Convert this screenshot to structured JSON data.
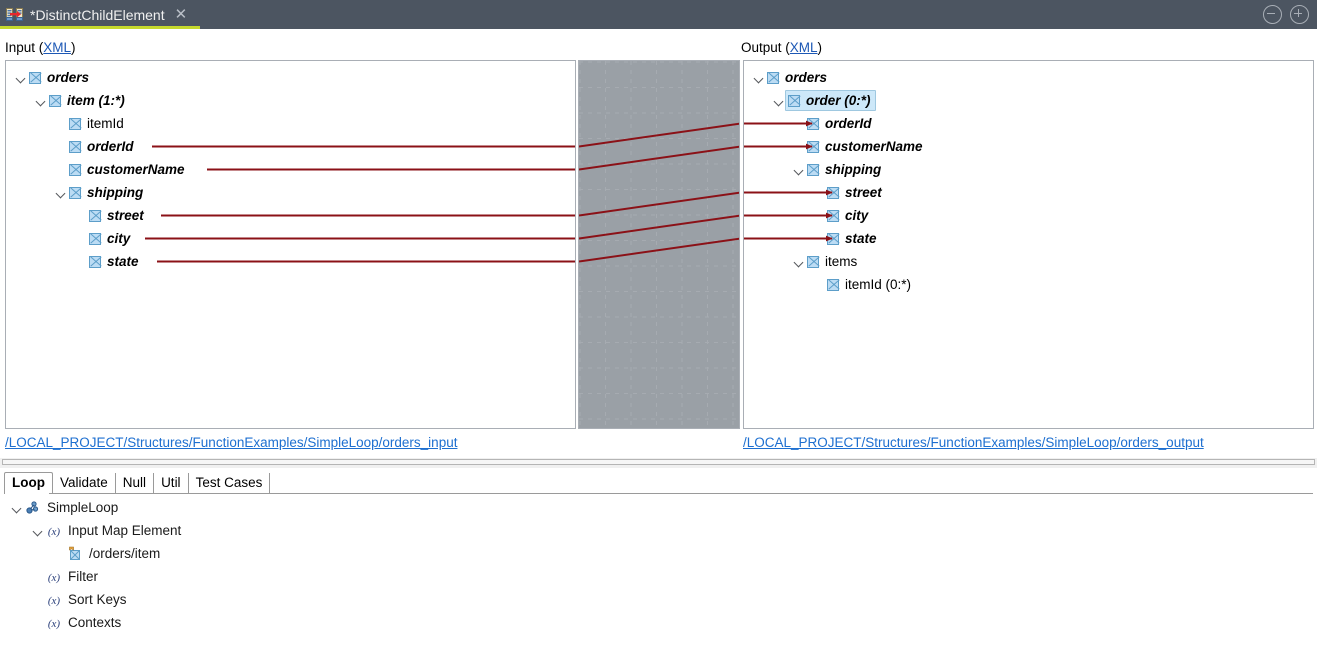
{
  "titlebar": {
    "tab_title": "*DistinctChildElement",
    "tab_icon": "mapping-editor-icon",
    "close_icon": "close-icon",
    "minimize_icon": "minimize-icon",
    "maximize_icon": "maximize-icon",
    "accent_color": "#c5d92d",
    "background_color": "#4c5561"
  },
  "input_panel": {
    "caption_prefix": "Input (",
    "caption_link": "XML",
    "caption_suffix": ")",
    "path_link": "/LOCAL_PROJECT/Structures/FunctionExamples/SimpleLoop/orders_input",
    "tree": [
      {
        "label": "orders",
        "indent": 0,
        "twisty": "open",
        "mapped": true,
        "checkbox": true
      },
      {
        "label": "item (1:*)",
        "indent": 1,
        "twisty": "open",
        "mapped": true,
        "checkbox": true
      },
      {
        "label": "itemId",
        "indent": 2,
        "twisty": "none",
        "mapped": false,
        "checkbox": true
      },
      {
        "label": "orderId",
        "indent": 2,
        "twisty": "none",
        "mapped": true,
        "checkbox": true
      },
      {
        "label": "customerName",
        "indent": 2,
        "twisty": "none",
        "mapped": true,
        "checkbox": true
      },
      {
        "label": "shipping",
        "indent": 2,
        "twisty": "open",
        "mapped": true,
        "checkbox": true
      },
      {
        "label": "street",
        "indent": 3,
        "twisty": "none",
        "mapped": true,
        "checkbox": true
      },
      {
        "label": "city",
        "indent": 3,
        "twisty": "none",
        "mapped": true,
        "checkbox": true
      },
      {
        "label": "state",
        "indent": 3,
        "twisty": "none",
        "mapped": true,
        "checkbox": true
      }
    ]
  },
  "output_panel": {
    "caption_prefix": "Output (",
    "caption_link": "XML",
    "caption_suffix": ")",
    "path_link": "/LOCAL_PROJECT/Structures/FunctionExamples/SimpleLoop/orders_output",
    "selected_row": "order (0:*)",
    "selection_color": "#cde8f9",
    "tree": [
      {
        "label": "orders",
        "indent": 0,
        "twisty": "open",
        "mapped": true,
        "checkbox": true,
        "selected": false
      },
      {
        "label": "order (0:*)",
        "indent": 1,
        "twisty": "open",
        "mapped": true,
        "checkbox": true,
        "selected": true
      },
      {
        "label": "orderId",
        "indent": 2,
        "twisty": "none",
        "mapped": true,
        "checkbox": true,
        "selected": false
      },
      {
        "label": "customerName",
        "indent": 2,
        "twisty": "none",
        "mapped": true,
        "checkbox": true,
        "selected": false
      },
      {
        "label": "shipping",
        "indent": 2,
        "twisty": "open",
        "mapped": true,
        "checkbox": true,
        "selected": false
      },
      {
        "label": "street",
        "indent": 3,
        "twisty": "none",
        "mapped": true,
        "checkbox": true,
        "selected": false
      },
      {
        "label": "city",
        "indent": 3,
        "twisty": "none",
        "mapped": true,
        "checkbox": true,
        "selected": false
      },
      {
        "label": "state",
        "indent": 3,
        "twisty": "none",
        "mapped": true,
        "checkbox": true,
        "selected": false
      },
      {
        "label": "items",
        "indent": 2,
        "twisty": "open",
        "mapped": false,
        "checkbox": true,
        "selected": false
      },
      {
        "label": "itemId (0:*)",
        "indent": 3,
        "twisty": "none",
        "mapped": false,
        "checkbox": true,
        "selected": false
      }
    ]
  },
  "mapping_links": {
    "line_color": "#8b1117",
    "count": 5,
    "links": [
      {
        "from": "orderId",
        "to": "orderId"
      },
      {
        "from": "customerName",
        "to": "customerName"
      },
      {
        "from": "street",
        "to": "street"
      },
      {
        "from": "city",
        "to": "city"
      },
      {
        "from": "state",
        "to": "state"
      }
    ]
  },
  "bottom_panel": {
    "tabs": [
      {
        "label": "Loop",
        "active": true
      },
      {
        "label": "Validate",
        "active": false
      },
      {
        "label": "Null",
        "active": false
      },
      {
        "label": "Util",
        "active": false
      },
      {
        "label": "Test Cases",
        "active": false
      }
    ],
    "tree": [
      {
        "label": "SimpleLoop",
        "indent": 0,
        "twisty": "open",
        "icon": "loop-function-icon"
      },
      {
        "label": "Input Map Element",
        "indent": 1,
        "twisty": "open",
        "icon": "expression-icon"
      },
      {
        "label": "/orders/item",
        "indent": 2,
        "twisty": "none",
        "icon": "element-ref-icon"
      },
      {
        "label": "Filter",
        "indent": 1,
        "twisty": "none",
        "icon": "expression-icon"
      },
      {
        "label": "Sort Keys",
        "indent": 1,
        "twisty": "none",
        "icon": "expression-icon"
      },
      {
        "label": "Contexts",
        "indent": 1,
        "twisty": "none",
        "icon": "expression-icon"
      }
    ]
  }
}
